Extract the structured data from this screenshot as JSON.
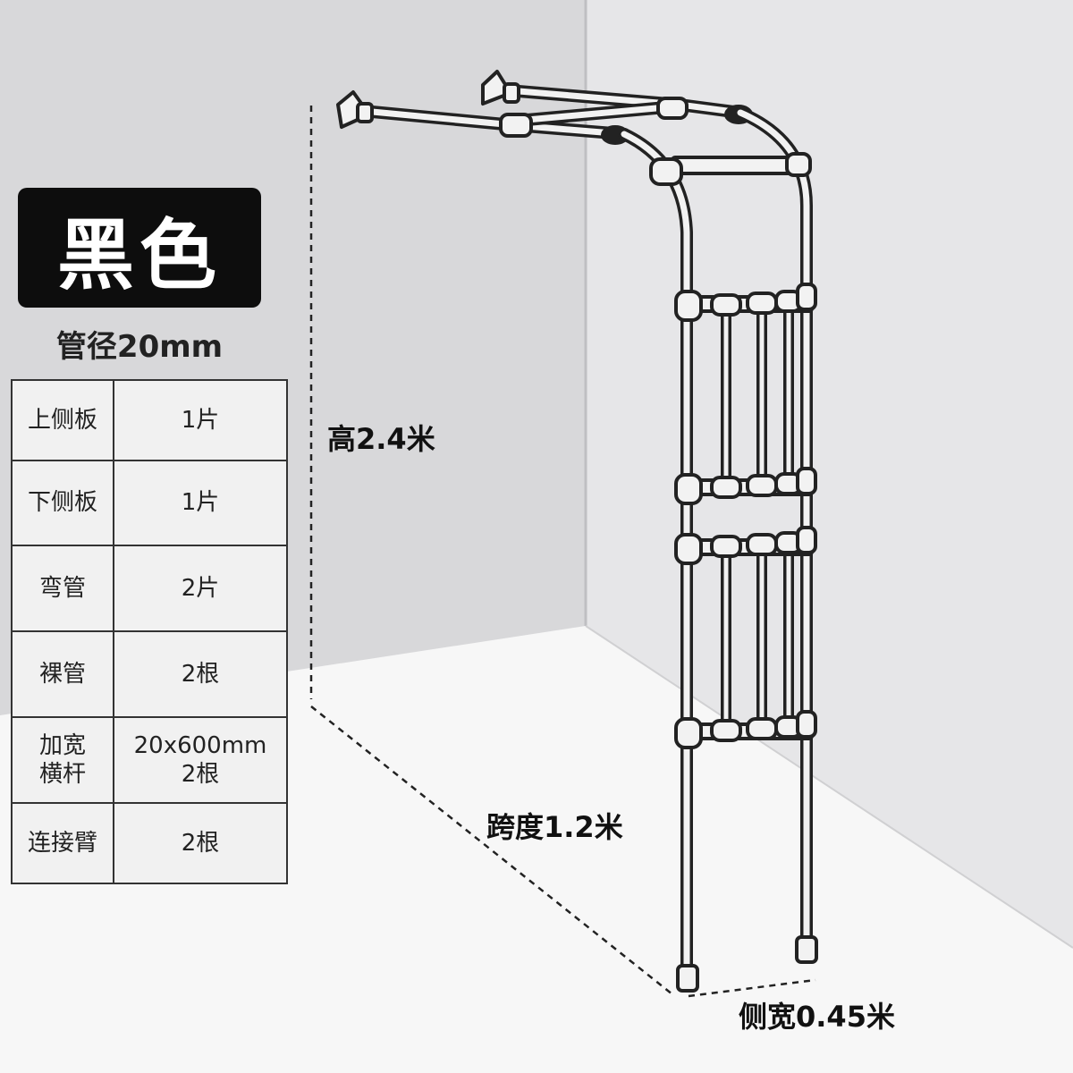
{
  "color_badge": "黑色",
  "pipe_spec": "管径20mm",
  "parts": [
    {
      "name": [
        "上侧板"
      ],
      "qty": [
        "1片"
      ]
    },
    {
      "name": [
        "下侧板"
      ],
      "qty": [
        "1片"
      ]
    },
    {
      "name": [
        "弯管"
      ],
      "qty": [
        "2片"
      ]
    },
    {
      "name": [
        "裸管"
      ],
      "qty": [
        "2根"
      ]
    },
    {
      "name": [
        "加宽",
        "横杆"
      ],
      "qty": [
        "20x600mm",
        "2根"
      ]
    },
    {
      "name": [
        "连接臂"
      ],
      "qty": [
        "2根"
      ]
    }
  ],
  "dimensions": {
    "height": "高2.4米",
    "span": "跨度1.2米",
    "side_width": "侧宽0.45米"
  },
  "colors": {
    "badge_bg": "#0d0d0d",
    "wall": "#d7d7d9",
    "floor": "#f7f7f7",
    "rack": "#222222"
  }
}
